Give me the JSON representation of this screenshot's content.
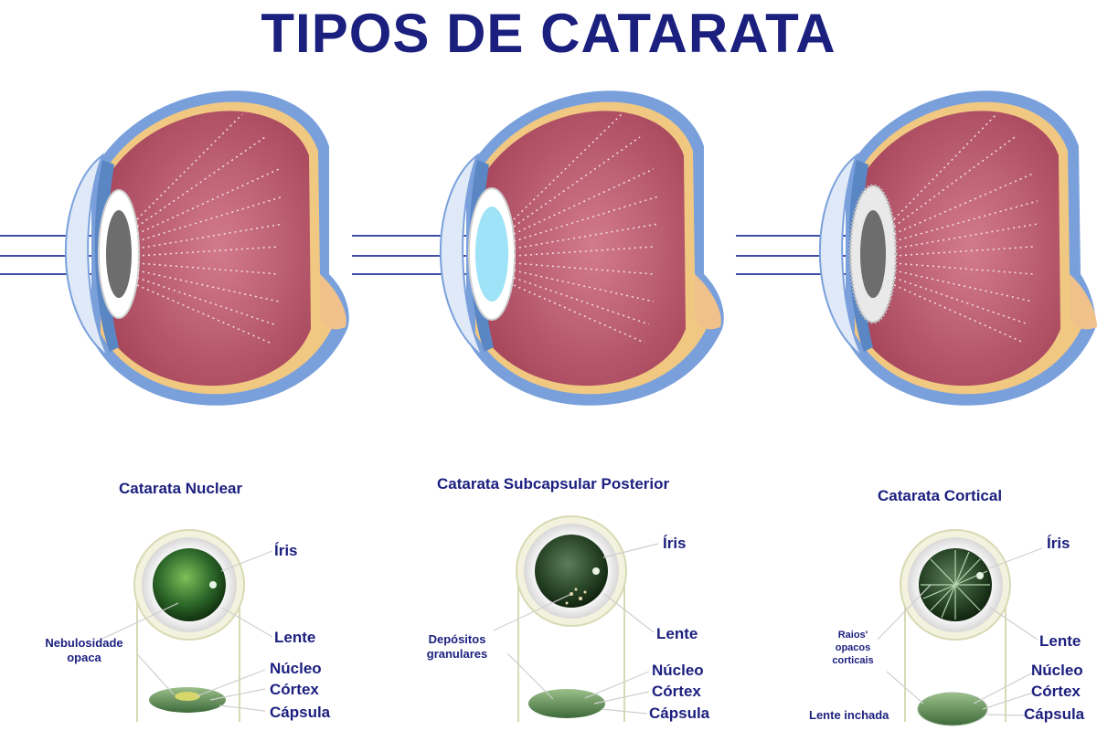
{
  "title": "TIPOS DE CATARATA",
  "panels": [
    {
      "heading": "Catarata Nuclear",
      "labels": {
        "iris": "Íris",
        "lens": "Lente",
        "nucleus": "Núcleo",
        "cortex": "Córtex",
        "capsule": "Cápsula",
        "left_line1": "Nebulosidade",
        "left_line2": "opaca"
      }
    },
    {
      "heading": "Catarata Subcapsular Posterior",
      "labels": {
        "iris": "Íris",
        "lens": "Lente",
        "nucleus": "Núcleo",
        "cortex": "Córtex",
        "capsule": "Cápsula",
        "left_line1": "Depósitos",
        "left_line2": "granulares"
      }
    },
    {
      "heading": "Catarata Cortical",
      "labels": {
        "iris": "Íris",
        "lens": "Lente",
        "nucleus": "Núcleo",
        "cortex": "Córtex",
        "capsule": "Cápsula",
        "left_line1": "Raios'",
        "left_line2": "opacos",
        "left_line3": "corticais",
        "bottom": "Lente inchada"
      }
    }
  ],
  "colors": {
    "title": "#1b1f7e",
    "sclera_outer": "#6a8fd0",
    "retina": "#f1c882",
    "vitreous": "#c05a6e",
    "lens_grey": "#6d6d6d",
    "lens_blue": "#9ee3f7",
    "lens_green": "#2f6b2b"
  }
}
